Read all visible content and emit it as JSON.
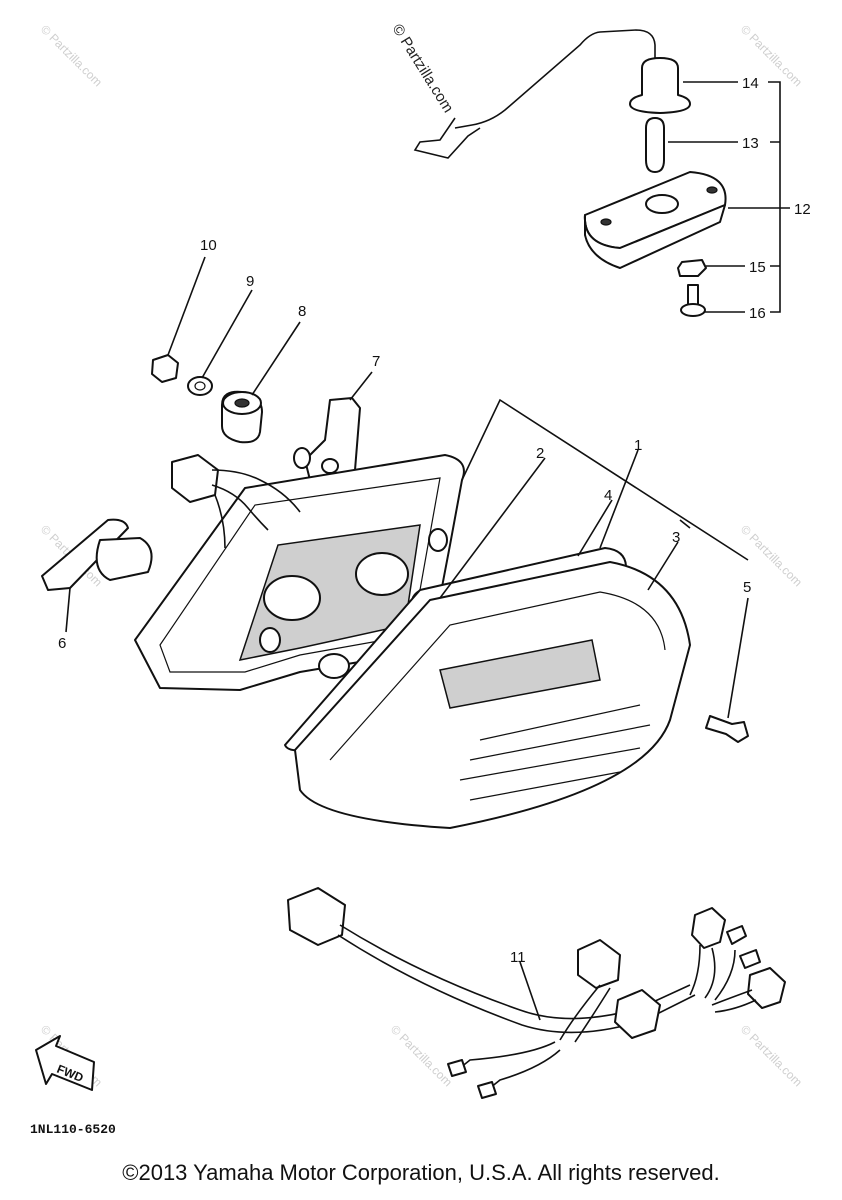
{
  "watermark_top": "© Partzilla.com",
  "watermark_repeat": "© Partzilla.com",
  "callouts": [
    {
      "id": "1",
      "text": "1"
    },
    {
      "id": "2",
      "text": "2"
    },
    {
      "id": "3",
      "text": "3"
    },
    {
      "id": "4",
      "text": "4"
    },
    {
      "id": "5",
      "text": "5"
    },
    {
      "id": "6",
      "text": "6"
    },
    {
      "id": "7",
      "text": "7"
    },
    {
      "id": "8",
      "text": "8"
    },
    {
      "id": "9",
      "text": "9"
    },
    {
      "id": "10",
      "text": "10"
    },
    {
      "id": "11",
      "text": "11"
    },
    {
      "id": "12",
      "text": "12"
    },
    {
      "id": "13",
      "text": "13"
    },
    {
      "id": "14",
      "text": "14"
    },
    {
      "id": "15",
      "text": "15"
    },
    {
      "id": "16",
      "text": "16"
    }
  ],
  "fwd_label": "FWD",
  "diagram_code": "1NL110-6520",
  "copyright": "©2013 Yamaha Motor Corporation, U.S.A. All rights reserved."
}
